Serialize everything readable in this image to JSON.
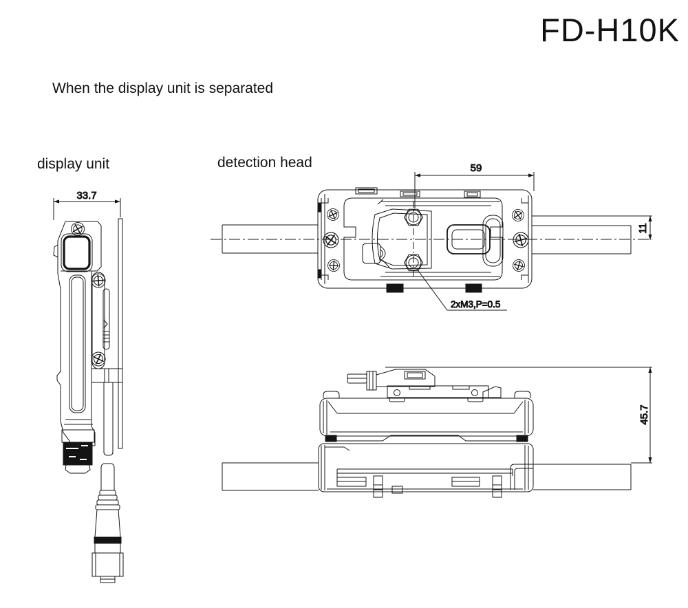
{
  "title": "FD-H10K",
  "subtitle": "When the display unit is separated",
  "views": {
    "display_unit": {
      "label": "display unit"
    },
    "detection_head": {
      "label": "detection head"
    }
  },
  "dimensions": {
    "display_width": "33.7",
    "hole_to_edge": "59",
    "pipe_offset": "11",
    "thread_note": "2xM3,P=0.5",
    "head_height": "45.7"
  },
  "colors": {
    "line": "#141414",
    "background": "#ffffff"
  }
}
